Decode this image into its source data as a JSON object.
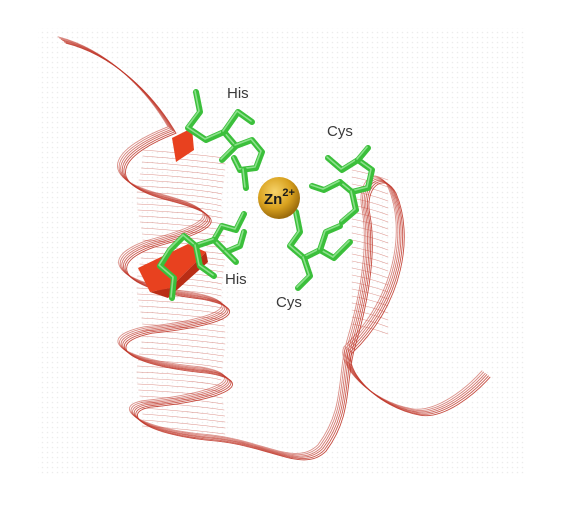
{
  "labels": {
    "his_top": "His",
    "his_bottom": "His",
    "cys_top": "Cys",
    "cys_bottom": "Cys"
  },
  "zinc": {
    "symbol": "Zn",
    "charge": "2+"
  },
  "colors": {
    "ribbon": "#c0392b",
    "sheet": "#e8411f",
    "side_chain": "#3bbf3b",
    "zinc": "#d9a21f",
    "background_dots": "#ebebeb"
  }
}
